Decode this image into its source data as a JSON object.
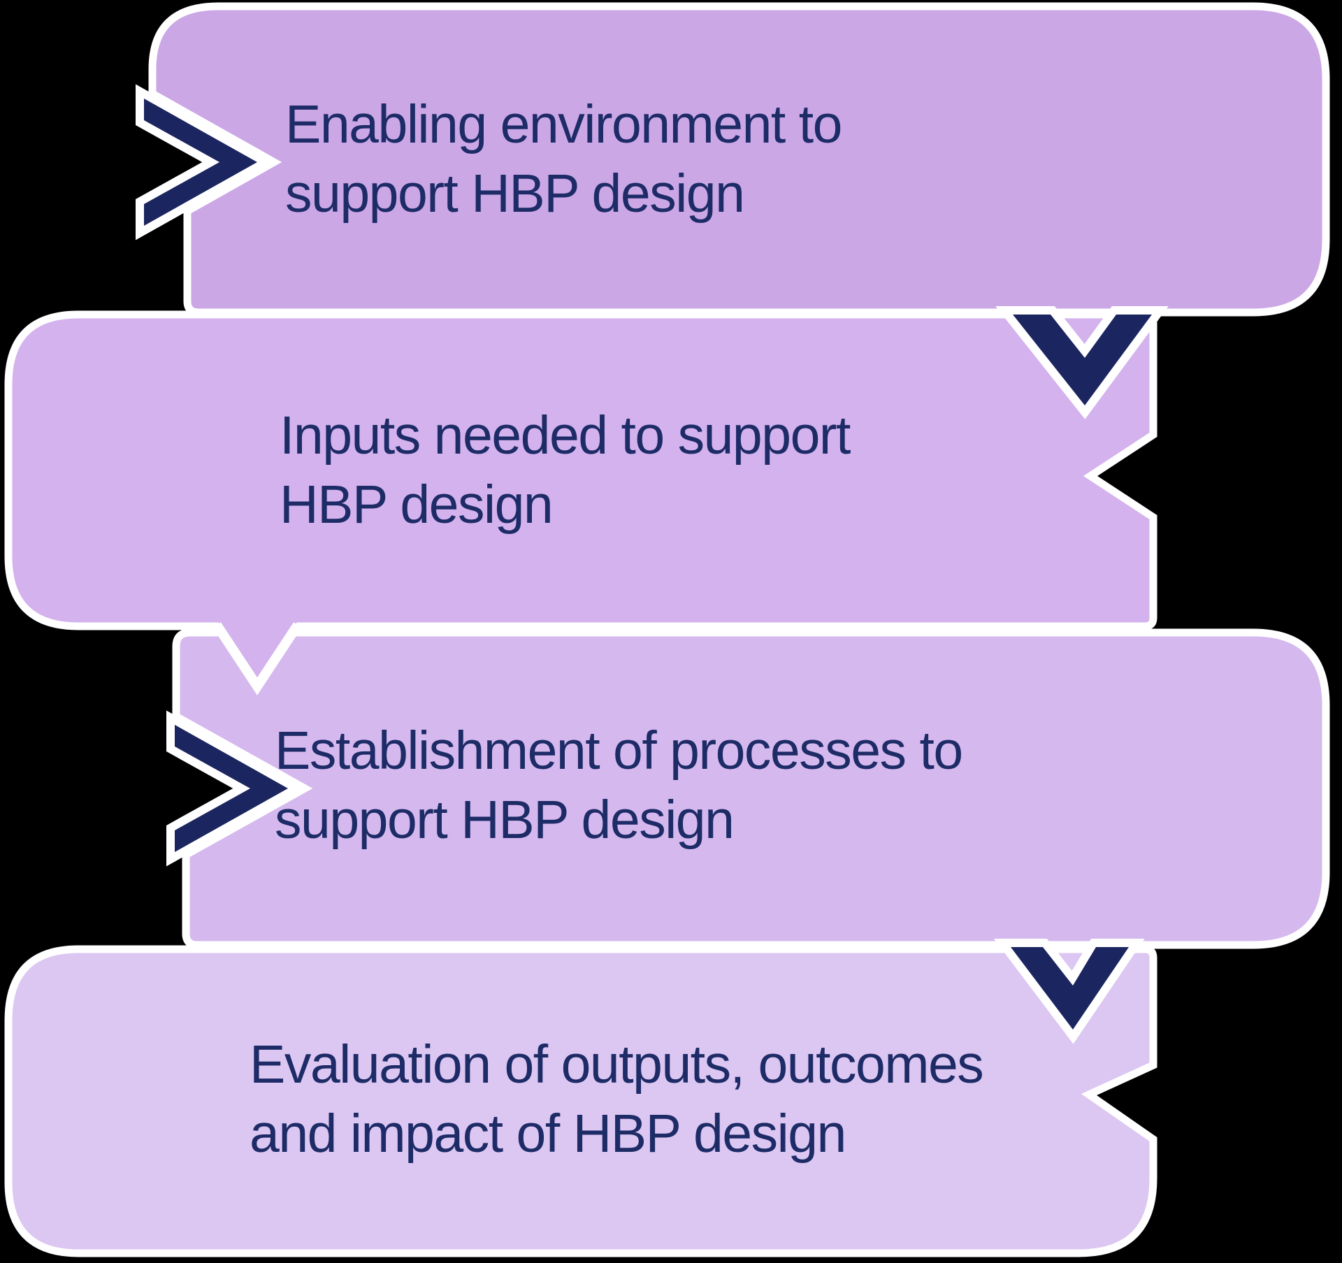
{
  "colors": {
    "background": "#000000",
    "outline": "#ffffff",
    "chevron": "#1b255f",
    "text": "#1d2b66",
    "box_fills": [
      "#cba7e6",
      "#d3b2ed",
      "#d5b9ee",
      "#dcc6f2"
    ]
  },
  "diagram": {
    "type": "vertical-process-flow",
    "steps": [
      {
        "lines": [
          "Enabling environment to",
          "support HBP design"
        ]
      },
      {
        "lines": [
          "Inputs needed to support",
          "HBP design"
        ]
      },
      {
        "lines": [
          "Establishment of processes to",
          "support HBP design"
        ]
      },
      {
        "lines": [
          "Evaluation of outputs, outcomes",
          "and impact of HBP design"
        ]
      }
    ]
  }
}
